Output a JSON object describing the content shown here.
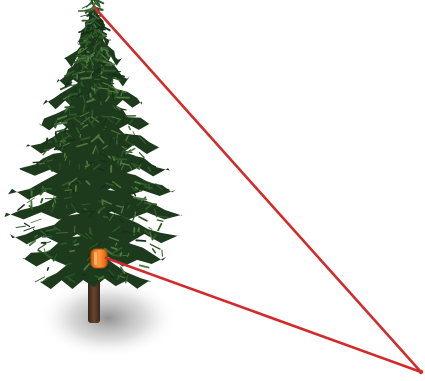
{
  "scene": {
    "objects": [
      "pine-tree",
      "measuring-device",
      "sight-lines"
    ],
    "colors": {
      "background": "#ffffff",
      "sight_line": "#d12b2b",
      "foliage_dark": "#1d3a1c",
      "foliage_mid": "#2f5a2a",
      "foliage_light": "#4e7a3f",
      "trunk": "#4a2f1d",
      "device": "#f07a18",
      "shadow": "#7a7a7a"
    },
    "icons": {
      "tree": "pine-tree-icon",
      "device": "clinometer-icon"
    }
  }
}
